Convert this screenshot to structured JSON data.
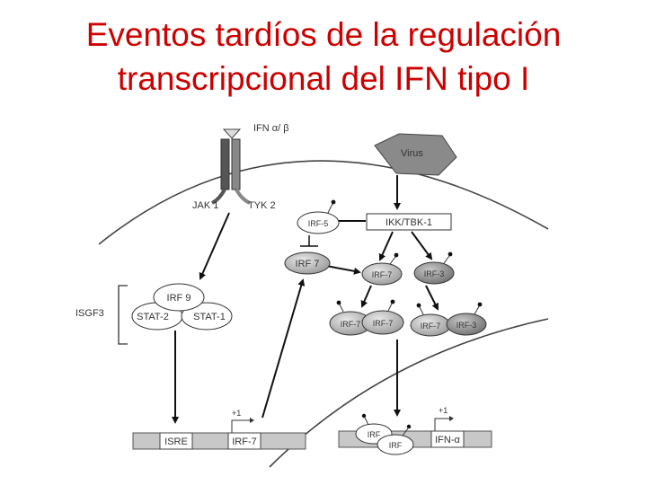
{
  "title": {
    "line1": "Eventos tardíos de la regulación",
    "line2": "transcripcional del IFN tipo I"
  },
  "labels": {
    "ifn": "IFN α/ β",
    "virus": "Virus",
    "jak1": "JAK 1",
    "tyk2": "TYK 2",
    "irf5": "IRF-5",
    "ikk": "IKK/TBK-1",
    "irf7_top": "IRF 7",
    "irf7_a": "IRF-7",
    "irf3_a": "IRF-3",
    "isgf3": "ISGF3",
    "irf9": "IRF 9",
    "stat2": "STAT-2",
    "stat1": "STAT-1",
    "irf7_b1": "IRF-7",
    "irf7_b2": "IRF-7",
    "irf7_c": "IRF-7",
    "irf3_c": "IRF-3",
    "plus1_left": "+1",
    "plus1_right": "+1",
    "isre": "ISRE",
    "irf7_gene": "IRF-7",
    "irf_box1": "IRF",
    "irf_box2": "IRF",
    "ifna_gene": "IFN-α"
  }
}
